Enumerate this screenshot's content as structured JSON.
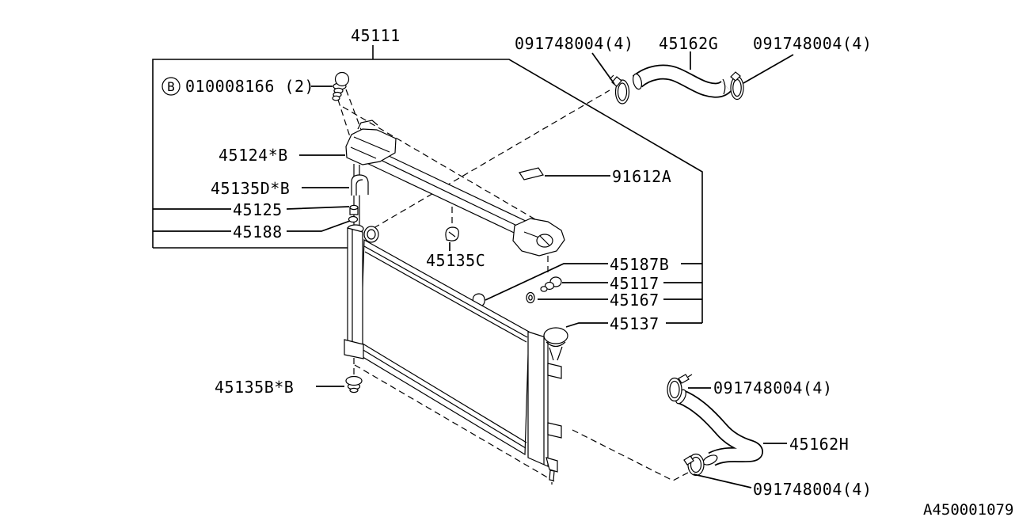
{
  "page": {
    "background_color": "#ffffff",
    "ink_color": "#000000"
  },
  "labels": {
    "p45111": "45111",
    "bolt_badge_letter": "B",
    "bolt_code": "010008166 (2)",
    "p45124": "45124*B",
    "p45135D": "45135D*B",
    "p45125": "45125",
    "p45188": "45188",
    "p45135C": "45135C",
    "p91612A": "91612A",
    "p45187B": "45187B",
    "p45117": "45117",
    "p45167": "45167",
    "p45137": "45137",
    "p45135B": "45135B*B",
    "clamp": "091748004(4)",
    "p45162G": "45162G",
    "p45162H": "45162H",
    "drawing_code": "A450001079"
  }
}
